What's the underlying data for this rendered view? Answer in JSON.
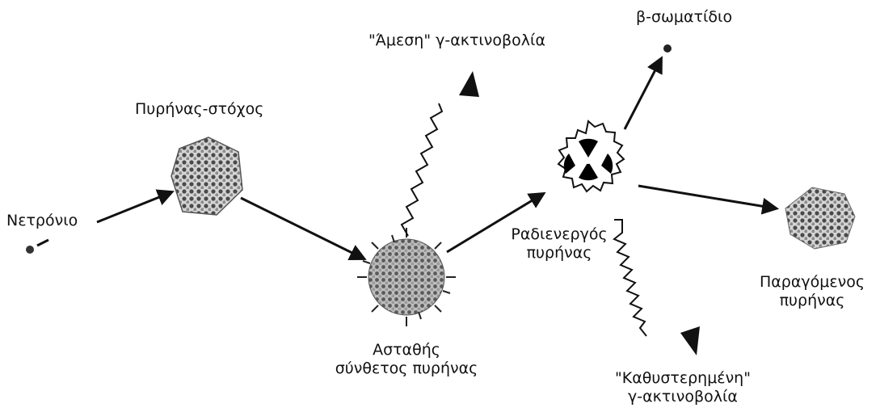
{
  "labels": {
    "neutron": "Νετρόνιο",
    "target_nucleus": "Πυρήνας-στόχος",
    "prompt_gamma": "\"Άμεση\" γ-ακτινοβολία",
    "compound_nucleus_line1": "Ασταθής",
    "compound_nucleus_line2": "σύνθετος πυρήνας",
    "radioactive_nucleus_line1": "Ραδιενεργός",
    "radioactive_nucleus_line2": "πυρήνας",
    "beta_particle": "β-σωματίδιο",
    "product_nucleus_line1": "Παραγόμενος",
    "product_nucleus_line2": "πυρήνας",
    "delayed_gamma_line1": "\"Καθυστερημένη\"",
    "delayed_gamma_line2": "γ-ακτινοβολία"
  },
  "colors": {
    "ink": "#111111",
    "nucleon_dark": "#3a3a3a",
    "nucleon_mid": "#8a8a8a",
    "nucleon_light": "#c8c8c8",
    "trefoil": "#000000"
  }
}
